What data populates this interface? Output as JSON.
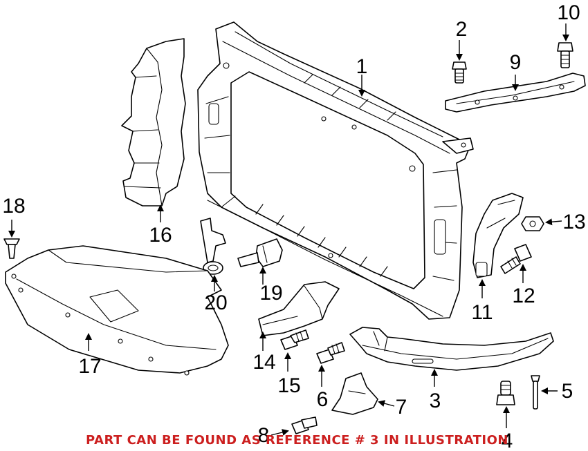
{
  "callouts": {
    "c1": "1",
    "c2": "2",
    "c3": "3",
    "c4": "4",
    "c5": "5",
    "c6": "6",
    "c7": "7",
    "c8": "8",
    "c9": "9",
    "c10": "10",
    "c11": "11",
    "c12": "12",
    "c13": "13",
    "c14": "14",
    "c15": "15",
    "c16": "16",
    "c17": "17",
    "c18": "18",
    "c19": "19",
    "c20": "20"
  },
  "note": {
    "text": "PART CAN BE FOUND AS REFERENCE # 3 IN ILLUSTRATION",
    "color": "#cc1f1f"
  }
}
